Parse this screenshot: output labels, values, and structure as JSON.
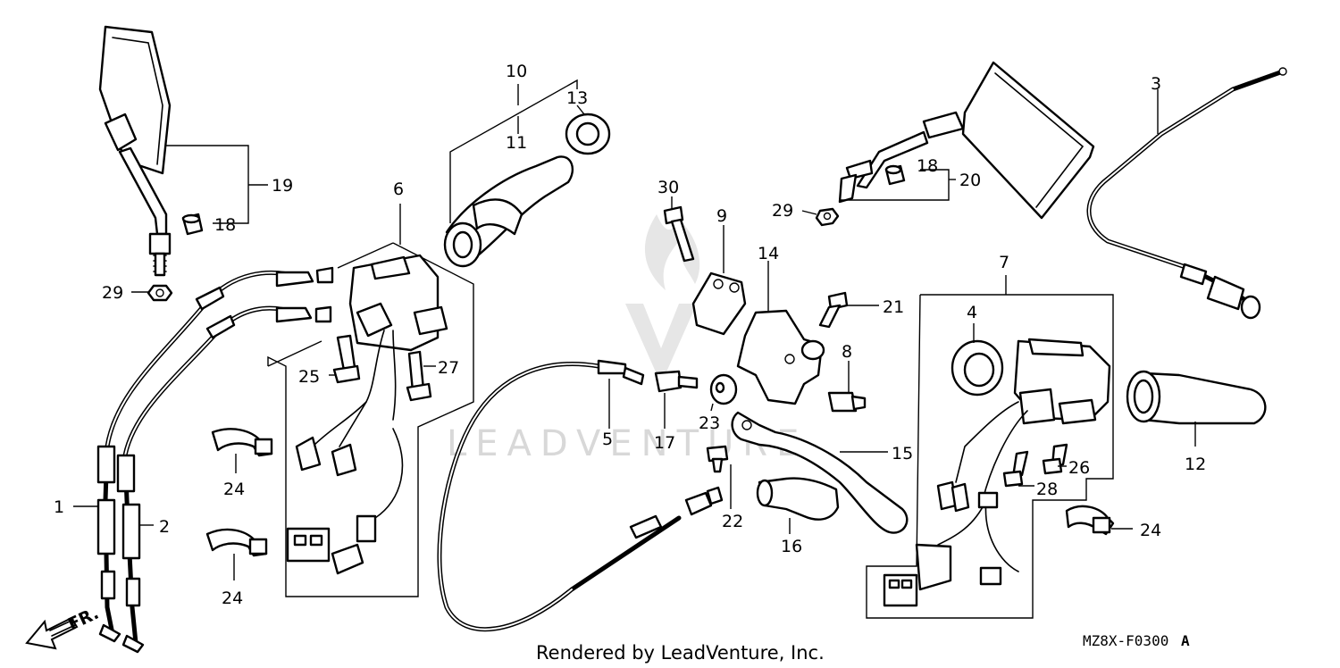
{
  "callouts": {
    "c1": "1",
    "c2": "2",
    "c3": "3",
    "c4": "4",
    "c5": "5",
    "c6": "6",
    "c7": "7",
    "c8": "8",
    "c9": "9",
    "c10": "10",
    "c11": "11",
    "c12": "12",
    "c13": "13",
    "c14": "14",
    "c15": "15",
    "c16": "16",
    "c17": "17",
    "c18a": "18",
    "c18b": "18",
    "c19": "19",
    "c20": "20",
    "c21": "21",
    "c22": "22",
    "c23": "23",
    "c24a": "24",
    "c24b": "24",
    "c24c": "24",
    "c25": "25",
    "c26": "26",
    "c27": "27",
    "c28": "28",
    "c29a": "29",
    "c29b": "29",
    "c30": "30"
  },
  "footer": {
    "rendered_by": "Rendered by LeadVenture, Inc.",
    "diagram_code": "MZ8X-F0300",
    "diagram_suffix": "A",
    "direction_label": "FR."
  },
  "watermark": {
    "text": "LEADVENTURE"
  }
}
